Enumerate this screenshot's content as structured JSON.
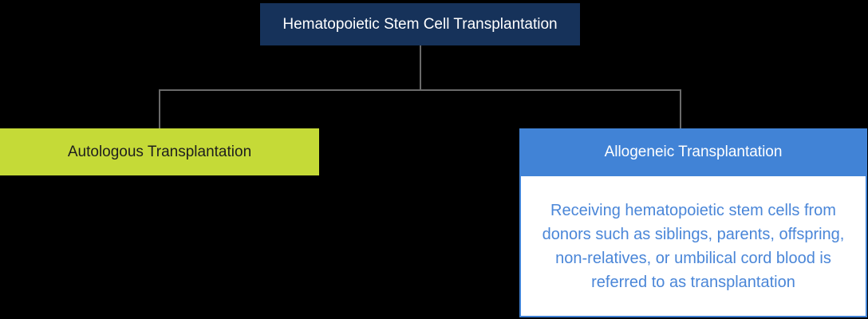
{
  "palette": {
    "background": "#000000",
    "root_bg": "#16325a",
    "root_text": "#ffffff",
    "autologous_bg": "#c5da37",
    "autologous_text": "#1e1e1e",
    "allogeneic_header_bg": "#4183d6",
    "allogeneic_header_text": "#ffffff",
    "allogeneic_body_bg": "#ffffff",
    "allogeneic_body_text": "#4a86d8",
    "allogeneic_body_border": "#4183d6",
    "connector": "#6a6a6a"
  },
  "diagram": {
    "type": "flowchart-tree",
    "root": {
      "label": "Hematopoietic Stem Cell Transplantation"
    },
    "children": [
      {
        "id": "autologous",
        "label": "Autologous Transplantation"
      },
      {
        "id": "allogeneic",
        "label": "Allogeneic Transplantation",
        "description": "Receiving hematopoietic stem cells from donors such as siblings, parents, offspring, non-relatives, or umbilical cord blood is referred to as transplantation"
      }
    ]
  }
}
